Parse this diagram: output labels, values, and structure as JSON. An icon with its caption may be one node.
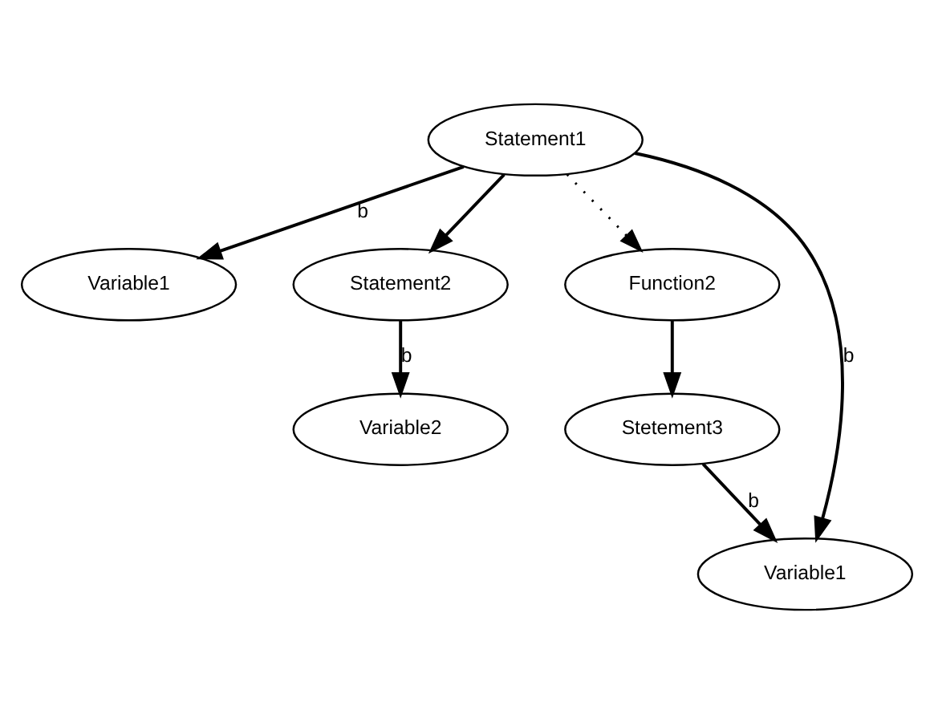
{
  "diagram": {
    "nodes": [
      {
        "text": [
          "Statement1"
        ]
      },
      {
        "text": [
          "Variable1"
        ]
      },
      {
        "text": [
          "Statement2"
        ]
      },
      {
        "text": [
          "Variable2"
        ]
      },
      {
        "text": [
          "Function2"
        ]
      },
      {
        "text": [
          "Stetement3"
        ]
      },
      {
        "text": [
          "Variable1"
        ]
      }
    ],
    "edges": [
      {
        "from": 0,
        "to": 1,
        "arrow": "to",
        "label": "b"
      },
      {
        "from": 0,
        "to": 2,
        "arrow": "to"
      },
      {
        "from": 2,
        "to": 3,
        "arrow": "to",
        "label": "b"
      },
      {
        "from": 0,
        "to": 4,
        "arrow": "to",
        "style": "dashed"
      },
      {
        "from": 0,
        "to": 6,
        "arrow": "to",
        "label": "b"
      },
      {
        "from": 4,
        "to": 5,
        "arrow": "to"
      },
      {
        "from": 5,
        "to": 6,
        "arrow": "to",
        "label": "b"
      }
    ]
  }
}
